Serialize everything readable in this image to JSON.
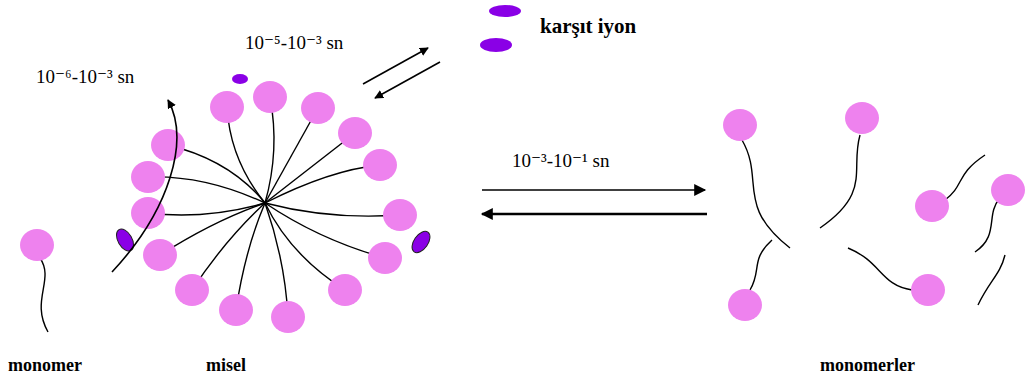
{
  "diagram": {
    "labels": [
      "karşıt iyon",
      "10⁻⁵-10⁻³ sn",
      "10⁻⁶-10⁻³ sn",
      "10⁻³-10⁻¹ sn",
      "monomer",
      "misel",
      "monomerler"
    ]
  }
}
